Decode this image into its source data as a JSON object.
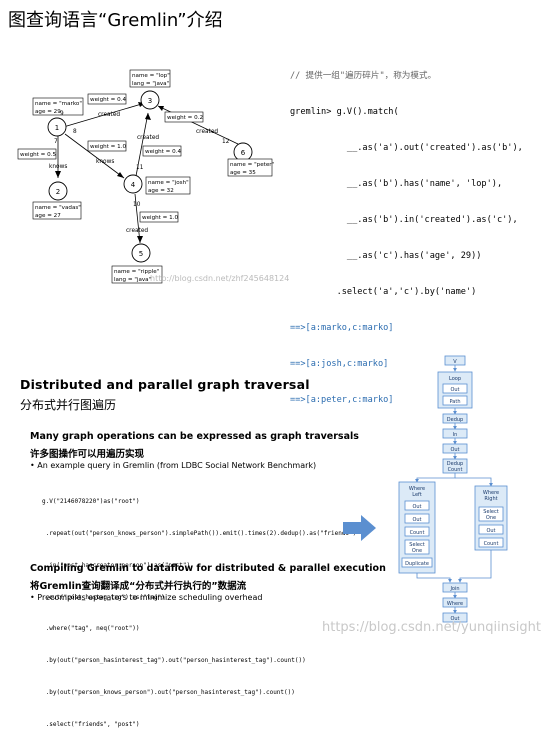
{
  "title": "图查询语言“Gremlin”介绍",
  "graph": {
    "vertices": [
      {
        "id": "1",
        "props": [
          "name = \"marko\"",
          "age = 29"
        ]
      },
      {
        "id": "2",
        "props": [
          "name = \"vadas\"",
          "age = 27"
        ]
      },
      {
        "id": "3",
        "props": [
          "name = \"lop\"",
          "lang = \"java\""
        ]
      },
      {
        "id": "4",
        "props": [
          "name = \"josh\"",
          "age = 32"
        ]
      },
      {
        "id": "5",
        "props": [
          "name = \"ripple\"",
          "lang = \"java\""
        ]
      },
      {
        "id": "6",
        "props": [
          "name = \"peter\"",
          "age = 35"
        ]
      }
    ],
    "edges": [
      {
        "id": "7",
        "label": "knows",
        "weight": "weight = 0.5"
      },
      {
        "id": "8",
        "label": "knows",
        "weight": "weight = 1.0"
      },
      {
        "id": "9",
        "label": "created",
        "weight": "weight = 0.4"
      },
      {
        "id": "10",
        "label": "created",
        "weight": "weight = 1.0"
      },
      {
        "id": "11",
        "label": "created",
        "weight": "weight = 0.4"
      },
      {
        "id": "12",
        "label": "created",
        "weight": "weight = 0.2"
      }
    ]
  },
  "code": {
    "comment": "// 提供一组\"遍历碎片\"，称为模式。",
    "lines": [
      "gremlin> g.V().match(",
      "           __.as('a').out('created').as('b'),",
      "           __.as('b').has('name', 'lop'),",
      "           __.as('b').in('created').as('c'),",
      "           __.as('c').has('age', 29))",
      "         .select('a','c').by('name')"
    ],
    "results": [
      "==>[a:marko,c:marko]",
      "==>[a:josh,c:marko]",
      "==>[a:peter,c:marko]"
    ]
  },
  "watermark_top": "http://blog.csdn.net/zhf245648124",
  "slide": {
    "title": "Distributed and parallel graph traversal",
    "title_cn": "分布式并行图遍历",
    "section1": "Many graph operations can be expressed as graph traversals",
    "section1_cn": "许多图操作可以用遍历实现",
    "bullet1": "An example query in Gremlin (from LDBC Social Network Benchmark)",
    "query": [
      "g.V(\"2146078220\")as(\"root\")",
      " .repeat(out(\"person_knows_person\").simplePath()).emit().times(2).dedup().as(\"friends\")",
      " .in(\"post_hascreator_person\").as(\"post\")",
      " .out(\"post_hastag_tag\").as(\"tag\")",
      " .where(\"tag\", neq(\"root\"))",
      " .by(out(\"person_hasinterest_tag\").out(\"person_hasinterest_tag\").count())",
      " .by(out(\"person_knows_person\").out(\"person_hasinterest_tag\").count())",
      " .select(\"friends\", \"post\")"
    ],
    "section2": "Compiling Gremlin to dataflow for distributed & parallel execution",
    "section2_cn": "将Gremlin查询翻译成“分布式并行执行的”数据流",
    "bullet2": "Precompiles operators to minimize scheduling overhead"
  },
  "dataflow": {
    "v": "V",
    "loop": "Loop",
    "loop_out": "Out",
    "loop_path": "Path",
    "dedup1": "Dedup",
    "in": "In",
    "out1": "Out",
    "dedup_count": [
      "Dedup",
      "Count"
    ],
    "where_left": [
      "Where",
      "Left"
    ],
    "where_right": [
      "Where",
      "Right"
    ],
    "left_items": [
      "Out",
      "Out",
      "Count",
      [
        "Select",
        "One"
      ],
      "Duplicate"
    ],
    "right_items": [
      [
        "Select",
        "One"
      ],
      "Out",
      "Count"
    ],
    "join": "Join",
    "where": "Where",
    "out_final": "Out"
  },
  "watermark_bottom": "https://blog.csdn.net/yunqiinsight"
}
